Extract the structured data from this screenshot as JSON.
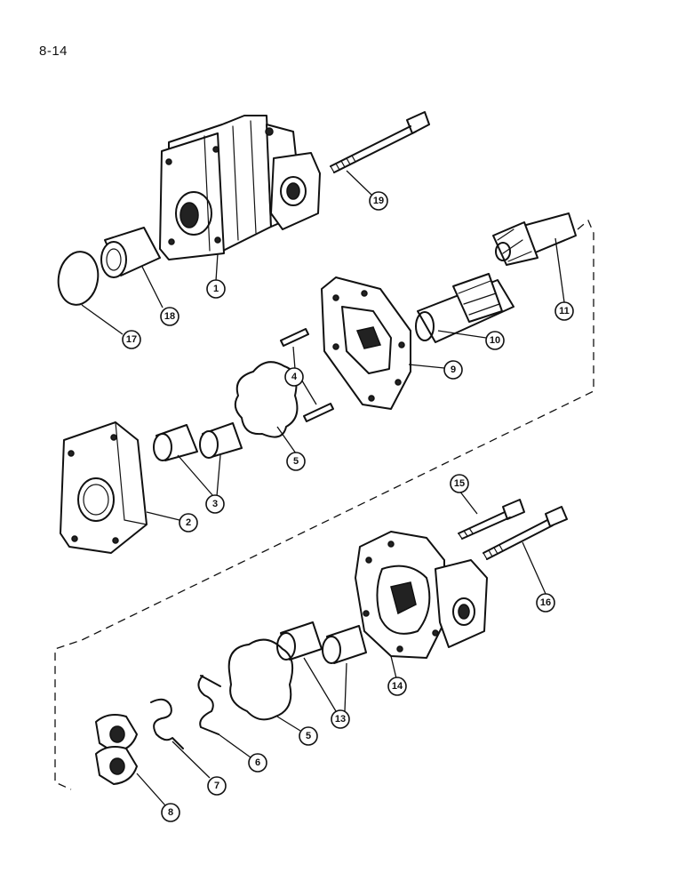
{
  "page": {
    "number": "8-14"
  },
  "callouts": [
    {
      "id": "c1",
      "label": "1"
    },
    {
      "id": "c2",
      "label": "2"
    },
    {
      "id": "c3",
      "label": "3"
    },
    {
      "id": "c4",
      "label": "4"
    },
    {
      "id": "c5a",
      "label": "5"
    },
    {
      "id": "c5b",
      "label": "5"
    },
    {
      "id": "c6",
      "label": "6"
    },
    {
      "id": "c7",
      "label": "7"
    },
    {
      "id": "c8",
      "label": "8"
    },
    {
      "id": "c9",
      "label": "9"
    },
    {
      "id": "c10",
      "label": "10"
    },
    {
      "id": "c11",
      "label": "11"
    },
    {
      "id": "c13",
      "label": "13"
    },
    {
      "id": "c14",
      "label": "14"
    },
    {
      "id": "c15",
      "label": "15"
    },
    {
      "id": "c16",
      "label": "16"
    },
    {
      "id": "c17",
      "label": "17"
    },
    {
      "id": "c18",
      "label": "18"
    },
    {
      "id": "c19",
      "label": "19"
    }
  ]
}
